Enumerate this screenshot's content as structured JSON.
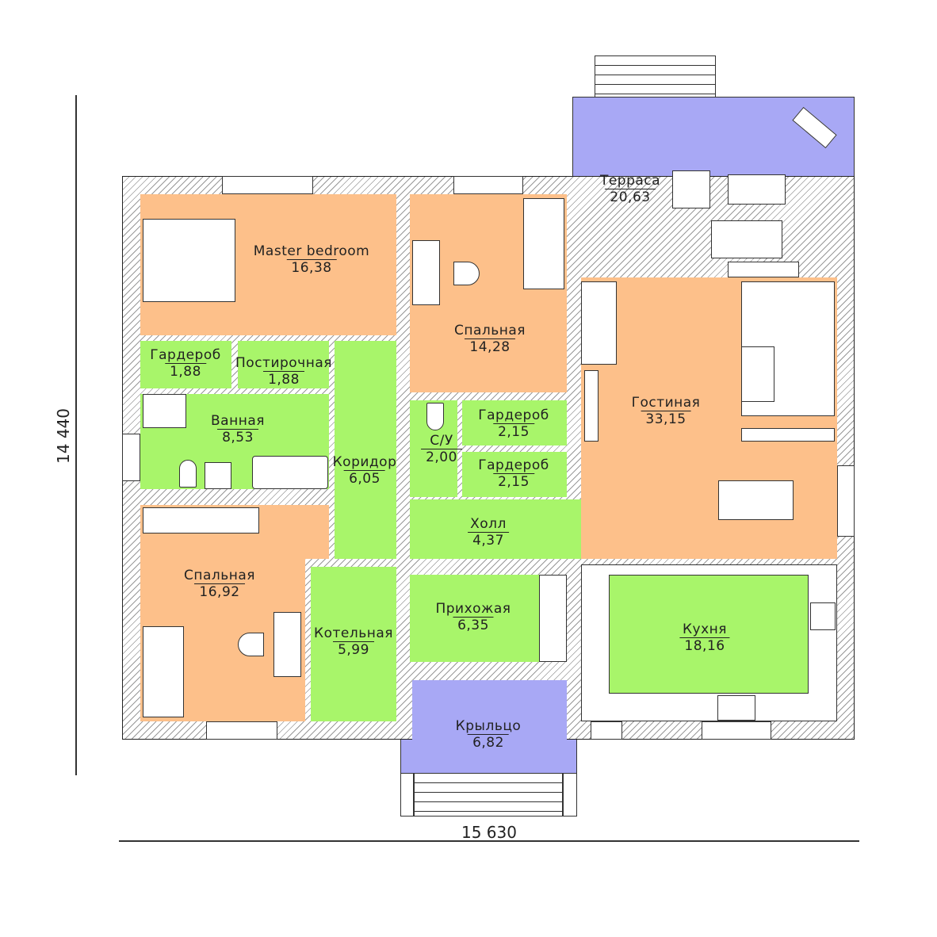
{
  "rooms": [
    {
      "name": "Master bedroom",
      "area": "16,38"
    },
    {
      "name": "Спальная",
      "area": "14,28"
    },
    {
      "name": "Терраса",
      "area": "20,63"
    },
    {
      "name": "Гостиная",
      "area": "33,15"
    },
    {
      "name": "Гардероб",
      "area": "1,88"
    },
    {
      "name": "Постирочная",
      "area": "1,88"
    },
    {
      "name": "Ванная",
      "area": "8,53"
    },
    {
      "name": "Коридор",
      "area": "6,05"
    },
    {
      "name": "С/У",
      "area": "2,00"
    },
    {
      "name": "Гардероб",
      "area": "2,15"
    },
    {
      "name": "Гардероб",
      "area": "2,15"
    },
    {
      "name": "Холл",
      "area": "4,37"
    },
    {
      "name": "Спальная",
      "area": "16,92"
    },
    {
      "name": "Котельная",
      "area": "5,99"
    },
    {
      "name": "Прихожая",
      "area": "6,35"
    },
    {
      "name": "Кухня",
      "area": "18,16"
    },
    {
      "name": "Крыльцо",
      "area": "6,82"
    }
  ],
  "dimensions": {
    "height": "14 440",
    "width": "15 630"
  },
  "colors": {
    "living": "#FDC08A",
    "service": "#A8F56A",
    "outdoor": "#A8A8F5"
  }
}
